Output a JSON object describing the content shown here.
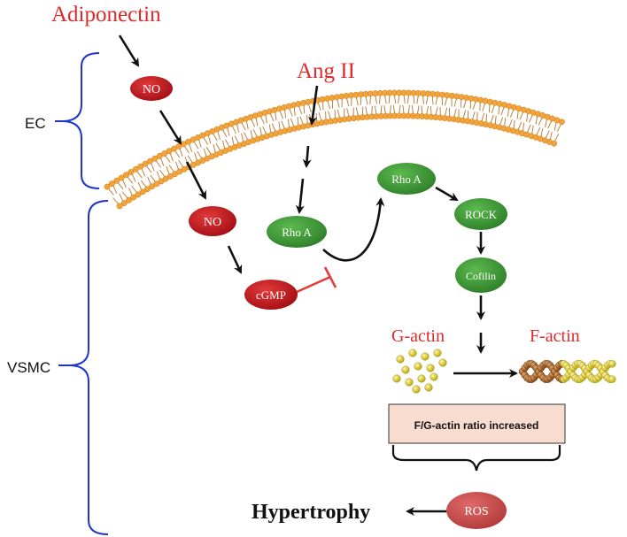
{
  "labels": {
    "adiponectin": "Adiponectin",
    "ang2": "Ang II",
    "ec": "EC",
    "vsmc": "VSMC",
    "g_actin": "G-actin",
    "f_actin": "F-actin",
    "ratio": "F/G-actin ratio increased",
    "hypertrophy": "Hypertrophy"
  },
  "nodes": {
    "no_ec": "NO",
    "no_vsmc": "NO",
    "cgmp": "cGMP",
    "rhoa_inactive": "Rho A",
    "rhoa_active": "Rho A",
    "rock": "ROCK",
    "cofilin": "Cofilin",
    "ros": "ROS"
  },
  "colors": {
    "red_text": "#e02a2a",
    "red_node": "#c0141c",
    "green_node": "#3e9a36",
    "bracket_blue": "#1f35c8",
    "membrane_head": "#f2a43a",
    "membrane_tail": "#b8762e",
    "ratio_box": "#f8dcd0",
    "inhibit": "#e53a3a"
  }
}
